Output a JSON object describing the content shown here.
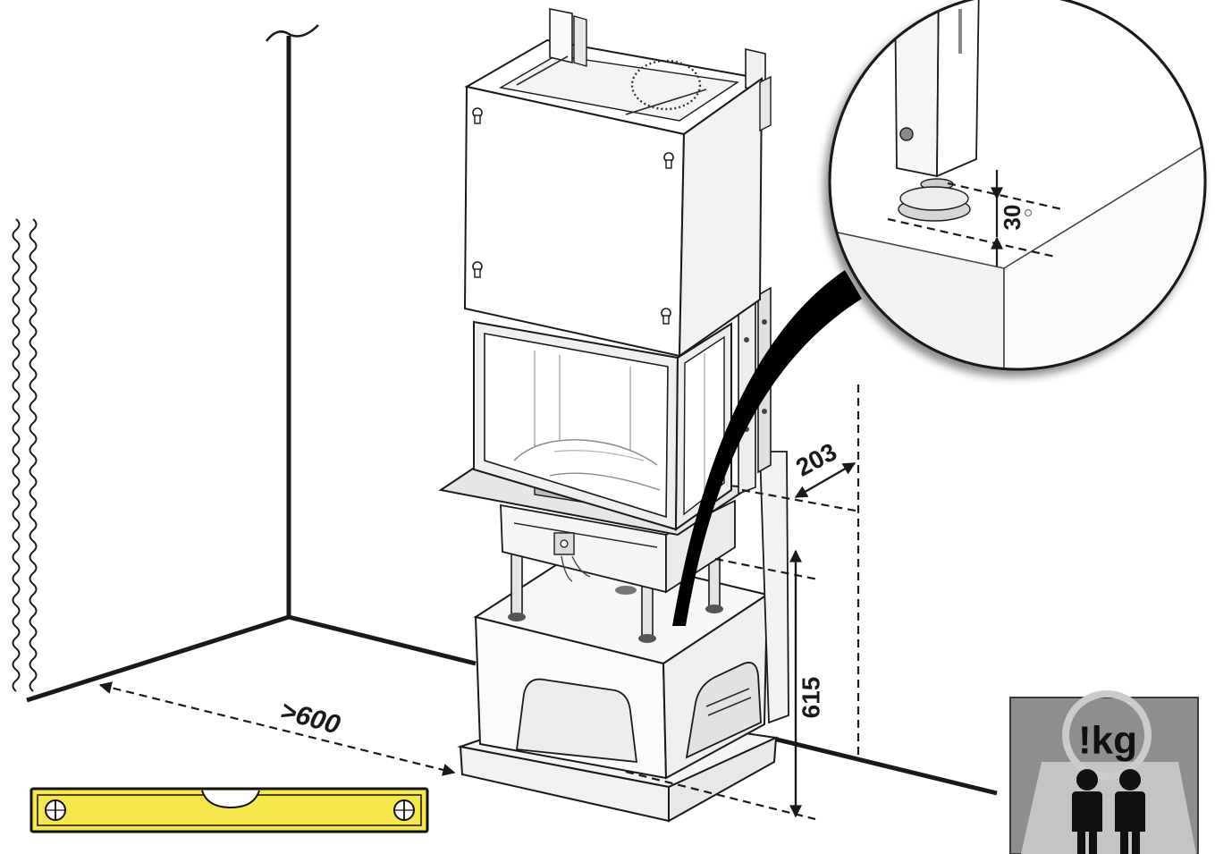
{
  "diagram": {
    "dimensions": {
      "clearance_to_wall": ">600",
      "side_offset": "203",
      "pedestal_height": "615",
      "foot_height": "30"
    },
    "detail": {
      "icon": "magnifier-callout-icon"
    },
    "weight_warning": {
      "label": "!kg",
      "icon": "two-person-lift-icon"
    },
    "tools": {
      "icon": "spirit-level-icon"
    }
  },
  "colors": {
    "ink": "#1a1a1a",
    "spirit_level": "#f7e64a",
    "warning_box": "#8e8e8e",
    "warning_floor": "#c4c4c4"
  }
}
